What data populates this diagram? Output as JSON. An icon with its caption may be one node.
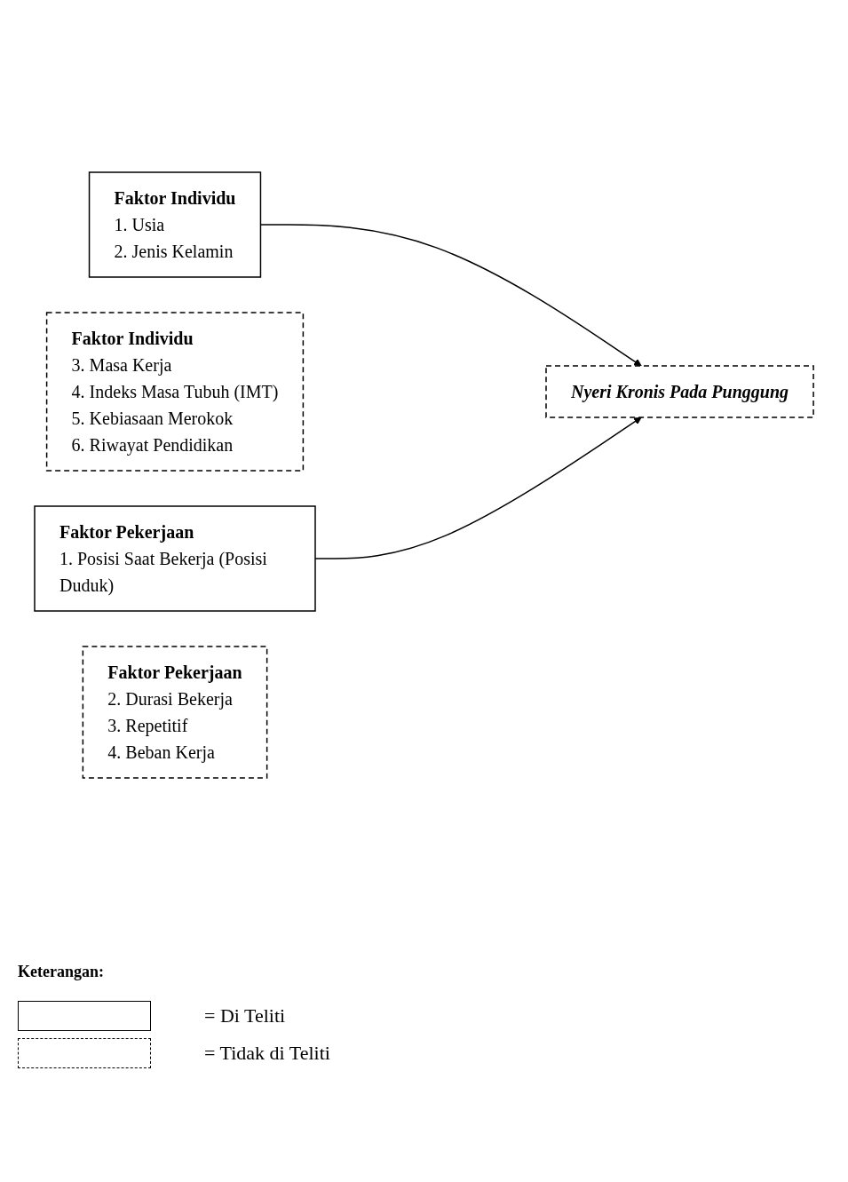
{
  "diagram": {
    "nodes": [
      {
        "text": [
          "Faktor Individu",
          "1. Usia",
          "2. Jenis Kelamin"
        ]
      },
      {
        "text": [
          "Faktor Individu",
          "3. Masa Kerja",
          "4. Indeks Masa Tubuh (IMT)",
          "5. Kebiasaan Merokok",
          "6. Riwayat Pendidikan"
        ]
      },
      {
        "text": [
          "Faktor Pekerjaan",
          "1. Posisi Saat Bekerja (Posisi Duduk)"
        ]
      },
      {
        "text": [
          "Faktor Pekerjaan",
          "2. Durasi Bekerja",
          "3. Repetitif",
          "4. Beban Kerja"
        ]
      },
      {
        "text": [
          "Nyeri Kronis Pada Punggung"
        ]
      }
    ],
    "edges": [
      {
        "from": 0,
        "to": 4,
        "arrow": "to"
      },
      {
        "from": 2,
        "to": 4,
        "arrow": "to"
      }
    ],
    "labels": [
      "Keterangan:"
    ],
    "legend": [
      {
        "text": "= Di Teliti"
      },
      {
        "text": "= Tidak di Teliti"
      }
    ]
  }
}
